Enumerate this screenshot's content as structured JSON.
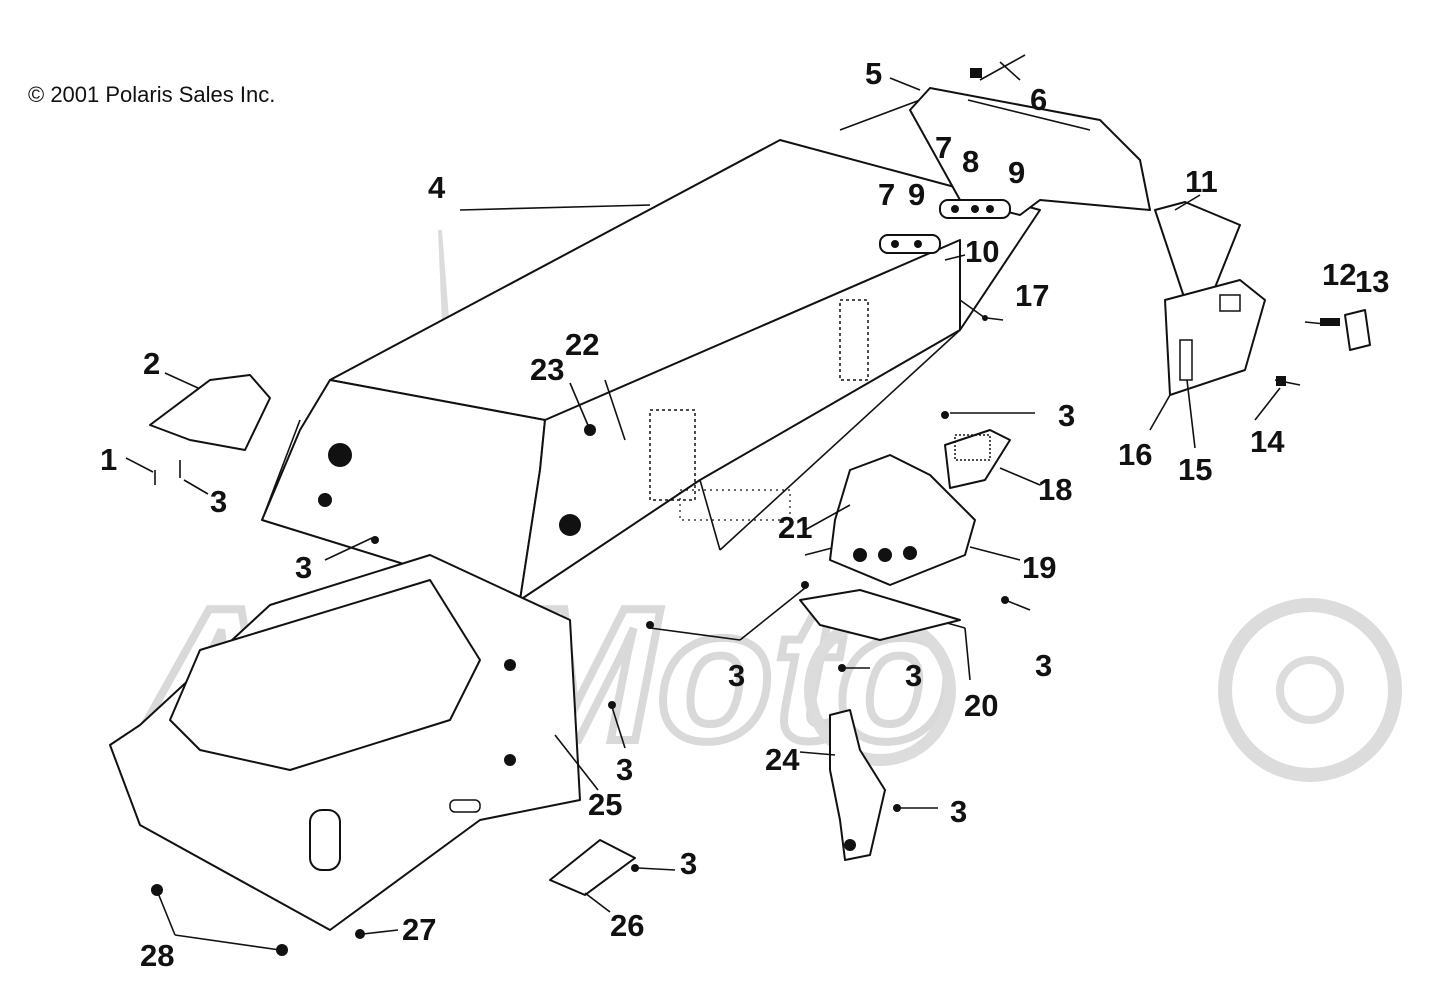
{
  "copyright": "© 2001 Polaris Sales Inc.",
  "watermark": "ActiMoto",
  "callouts": {
    "c1": "1",
    "c2": "2",
    "c3a": "3",
    "c3b": "3",
    "c3c": "3",
    "c3d": "3",
    "c3e": "3",
    "c3f": "3",
    "c3g": "3",
    "c3h": "3",
    "c3i": "3",
    "c4": "4",
    "c5": "5",
    "c6": "6",
    "c7a": "7",
    "c7b": "7",
    "c8": "8",
    "c9a": "9",
    "c9b": "9",
    "c10": "10",
    "c11": "11",
    "c12": "12",
    "c13": "13",
    "c14": "14",
    "c15": "15",
    "c16": "16",
    "c17": "17",
    "c18": "18",
    "c19": "19",
    "c20": "20",
    "c21": "21",
    "c22": "22",
    "c23": "23",
    "c24": "24",
    "c25": "25",
    "c26": "26",
    "c27": "27",
    "c28": "28"
  },
  "colors": {
    "line": "#111111",
    "watermark": "#d9d9d9",
    "background": "#ffffff"
  }
}
